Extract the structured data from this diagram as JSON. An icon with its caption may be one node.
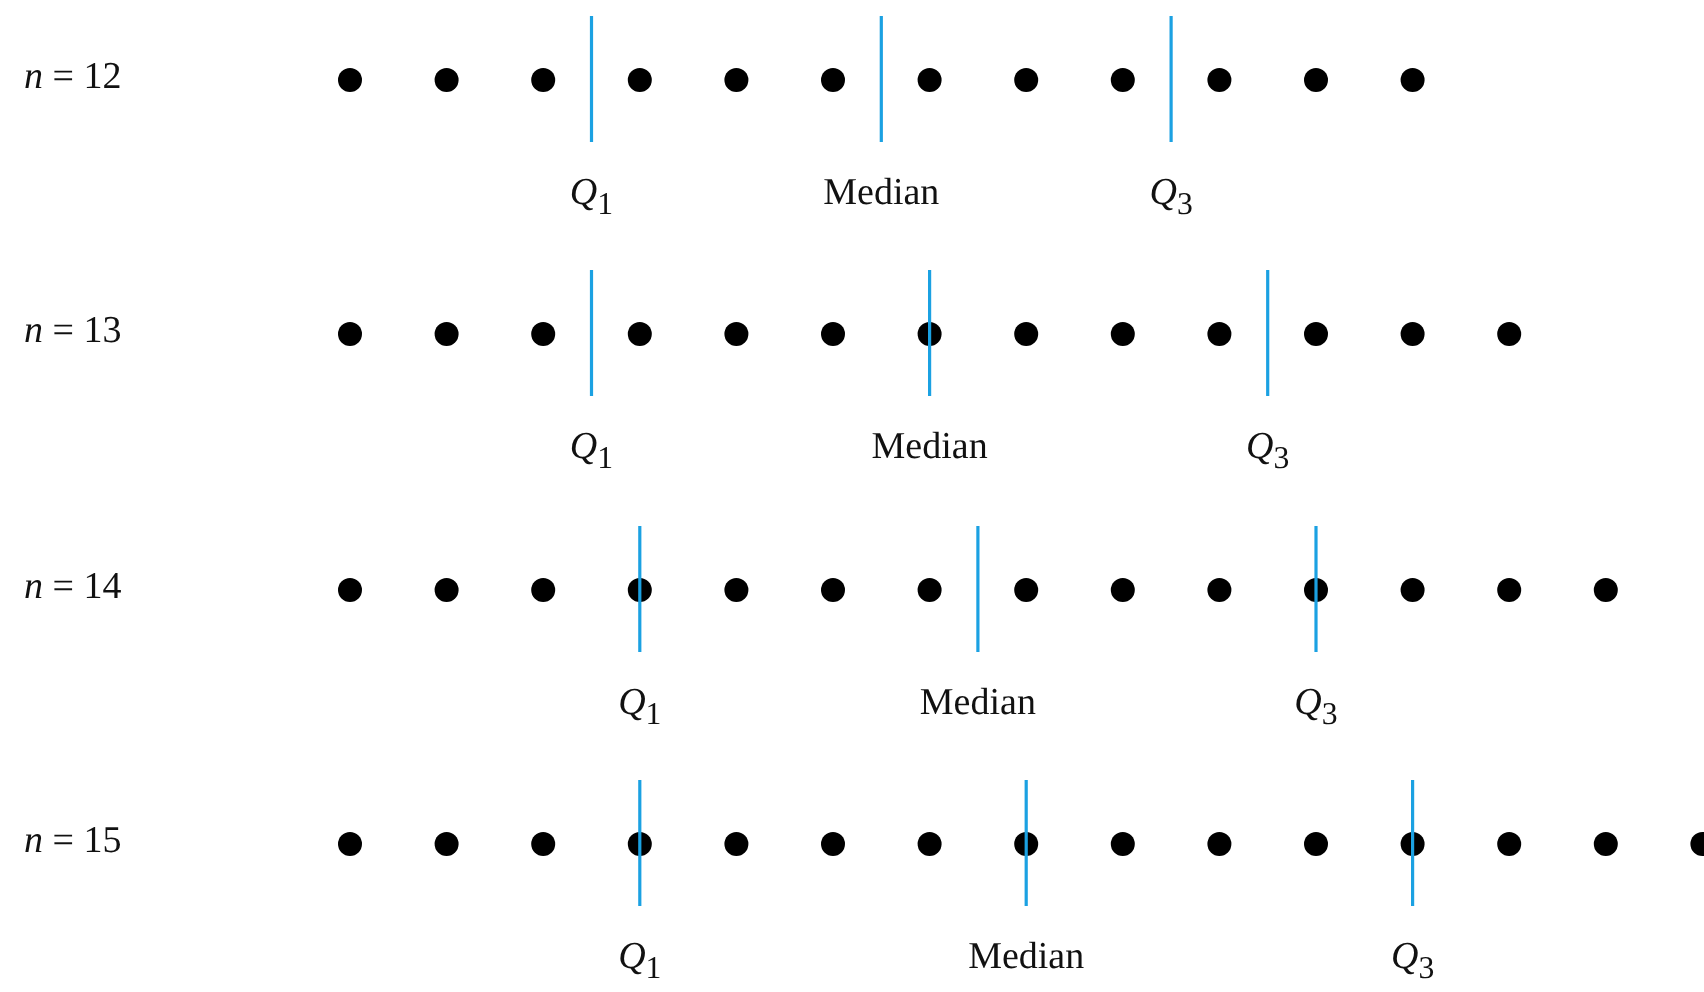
{
  "diagram": {
    "labels": [
      "*n* = 12",
      "*Q*$_{1}$",
      "Median",
      "*Q*$_{3}$",
      "*n* = 13",
      "*Q*$_{1}$",
      "Median",
      "*Q*$_{3}$",
      "*n* = 14",
      "*Q*$_{1}$",
      "Median",
      "*Q*$_{3}$",
      "*n* = 15",
      "*Q*$_{1}$",
      "Median",
      "*Q*$_{3}$"
    ]
  }
}
